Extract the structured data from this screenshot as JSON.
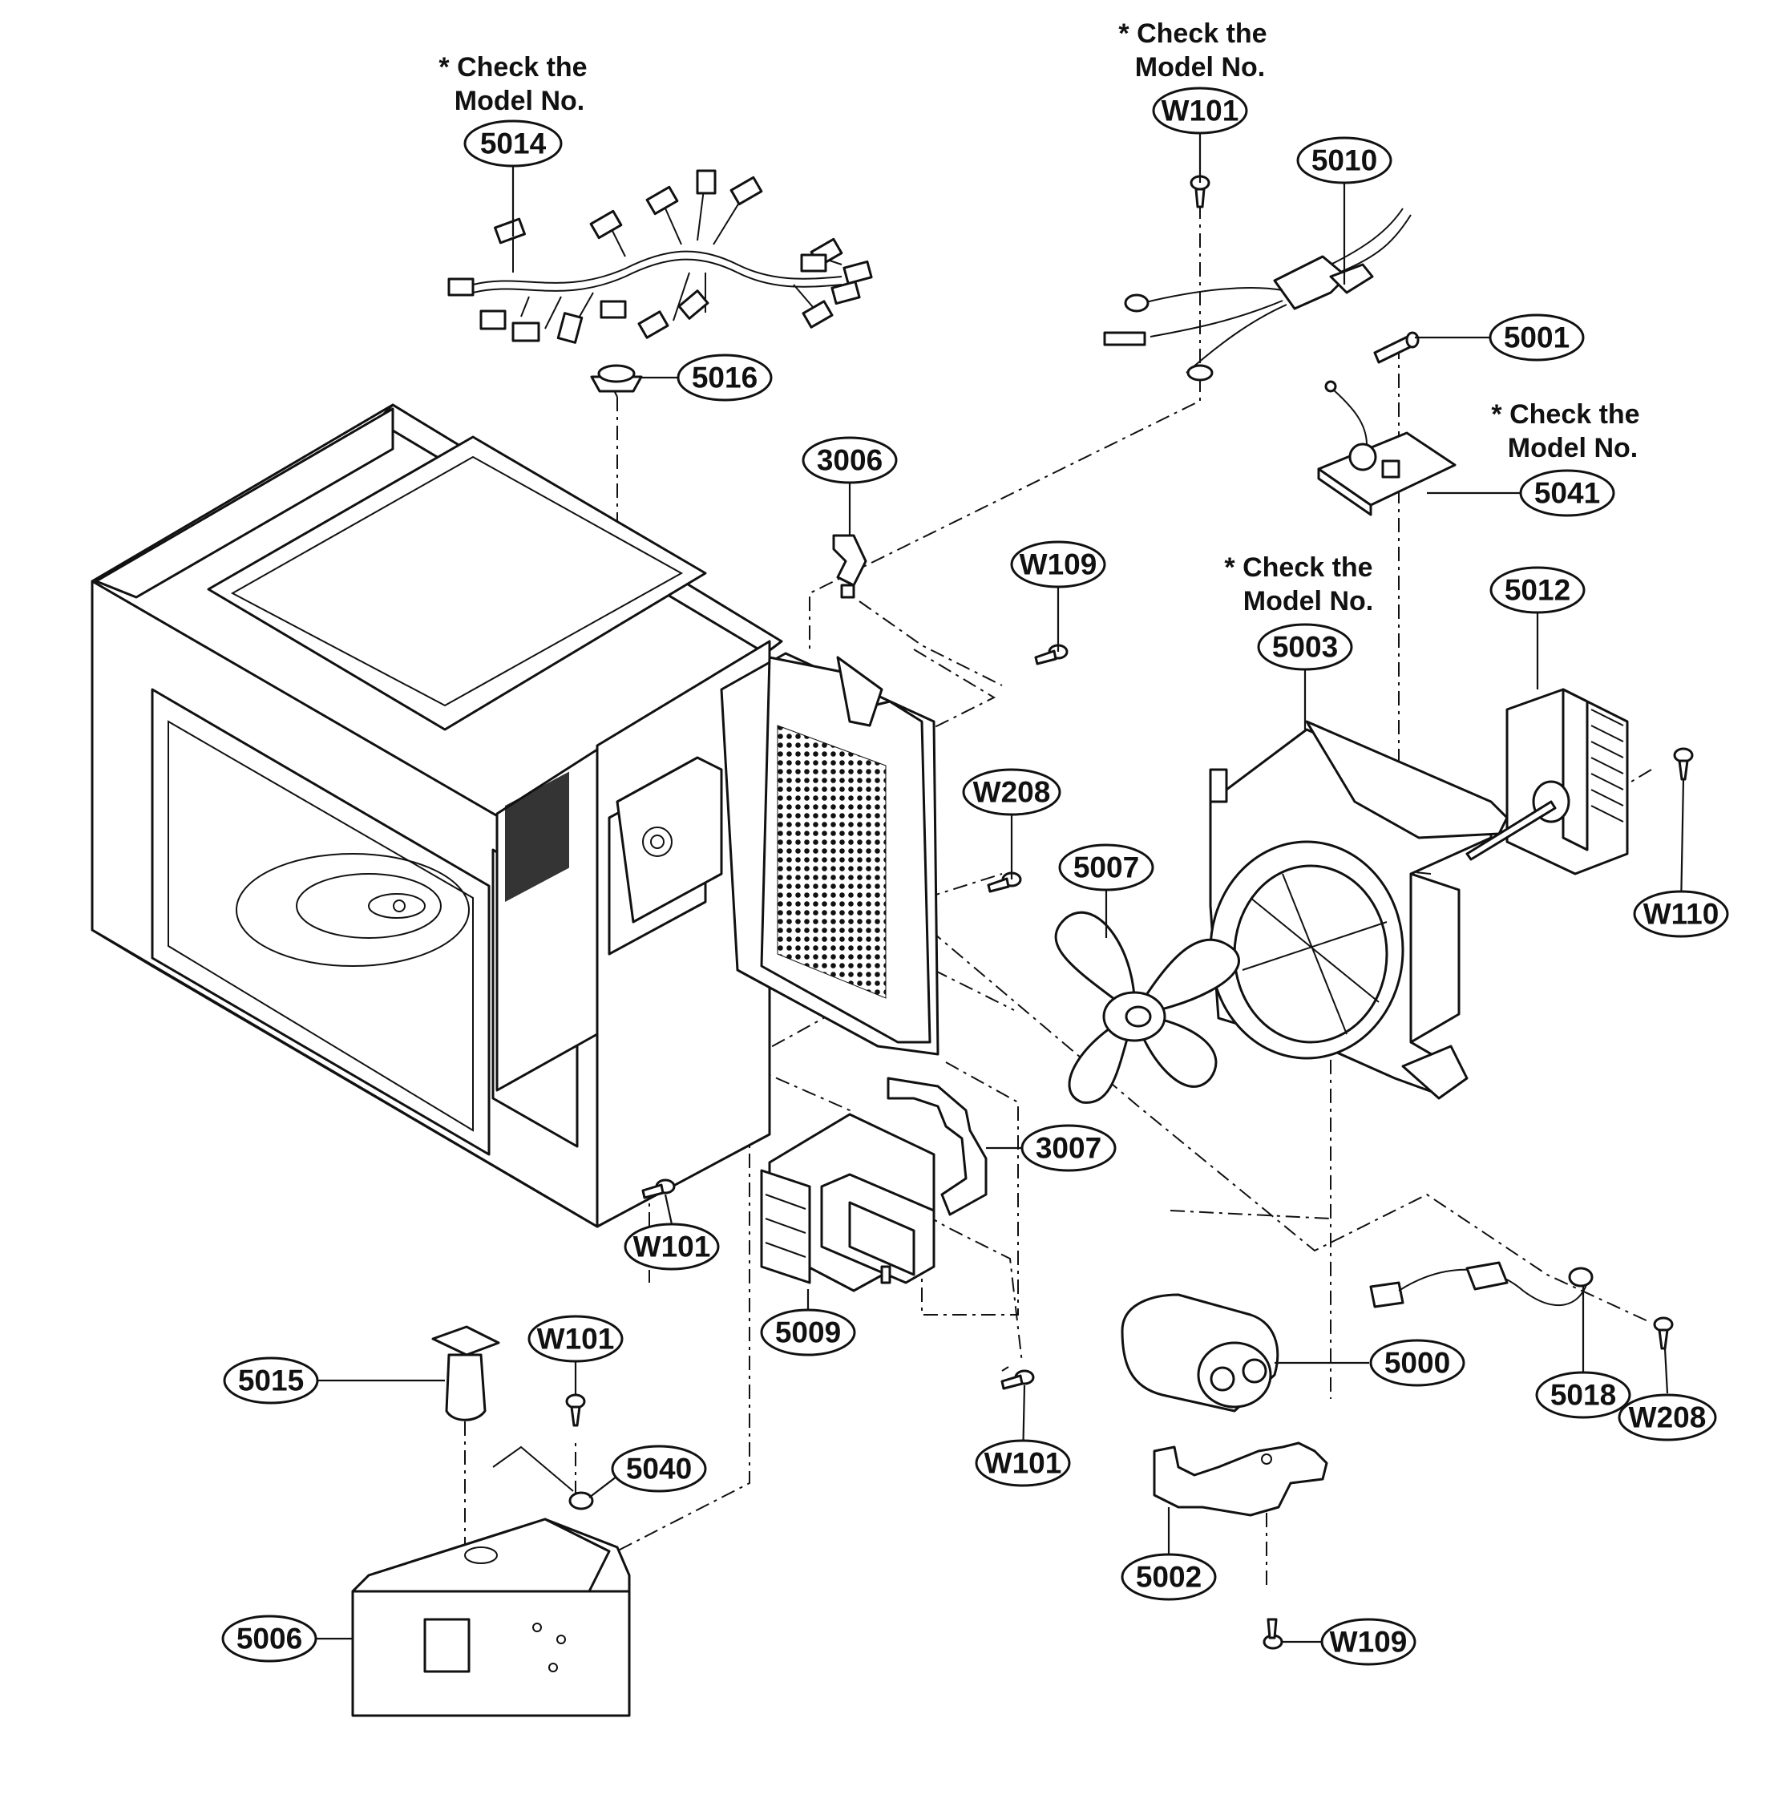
{
  "colors": {
    "ink": "#111111",
    "paper": "#ffffff"
  },
  "notes": [
    {
      "id": "note-5014",
      "lines": [
        "* Check the",
        "Model No."
      ]
    },
    {
      "id": "note-w101-top",
      "lines": [
        "* Check the",
        "Model No."
      ]
    },
    {
      "id": "note-5041",
      "lines": [
        "* Check the",
        "Model No."
      ]
    },
    {
      "id": "note-5003",
      "lines": [
        "* Check the",
        "Model No."
      ]
    }
  ],
  "callouts": [
    {
      "id": "5014",
      "label": "5014"
    },
    {
      "id": "5016",
      "label": "5016"
    },
    {
      "id": "W101-top",
      "label": "W101"
    },
    {
      "id": "5010",
      "label": "5010"
    },
    {
      "id": "5001",
      "label": "5001"
    },
    {
      "id": "5041",
      "label": "5041"
    },
    {
      "id": "3006",
      "label": "3006"
    },
    {
      "id": "W109-top",
      "label": "W109"
    },
    {
      "id": "5003",
      "label": "5003"
    },
    {
      "id": "5012",
      "label": "5012"
    },
    {
      "id": "W208-mid",
      "label": "W208"
    },
    {
      "id": "5007",
      "label": "5007"
    },
    {
      "id": "W110",
      "label": "W110"
    },
    {
      "id": "3007",
      "label": "3007"
    },
    {
      "id": "W101-left",
      "label": "W101"
    },
    {
      "id": "5009",
      "label": "5009"
    },
    {
      "id": "5015",
      "label": "5015"
    },
    {
      "id": "W101-bottom",
      "label": "W101"
    },
    {
      "id": "5040",
      "label": "5040"
    },
    {
      "id": "5006",
      "label": "5006"
    },
    {
      "id": "W101-right",
      "label": "W101"
    },
    {
      "id": "5000",
      "label": "5000"
    },
    {
      "id": "5018",
      "label": "5018"
    },
    {
      "id": "W208-right",
      "label": "W208"
    },
    {
      "id": "5002",
      "label": "5002"
    },
    {
      "id": "W109-bottom",
      "label": "W109"
    }
  ]
}
